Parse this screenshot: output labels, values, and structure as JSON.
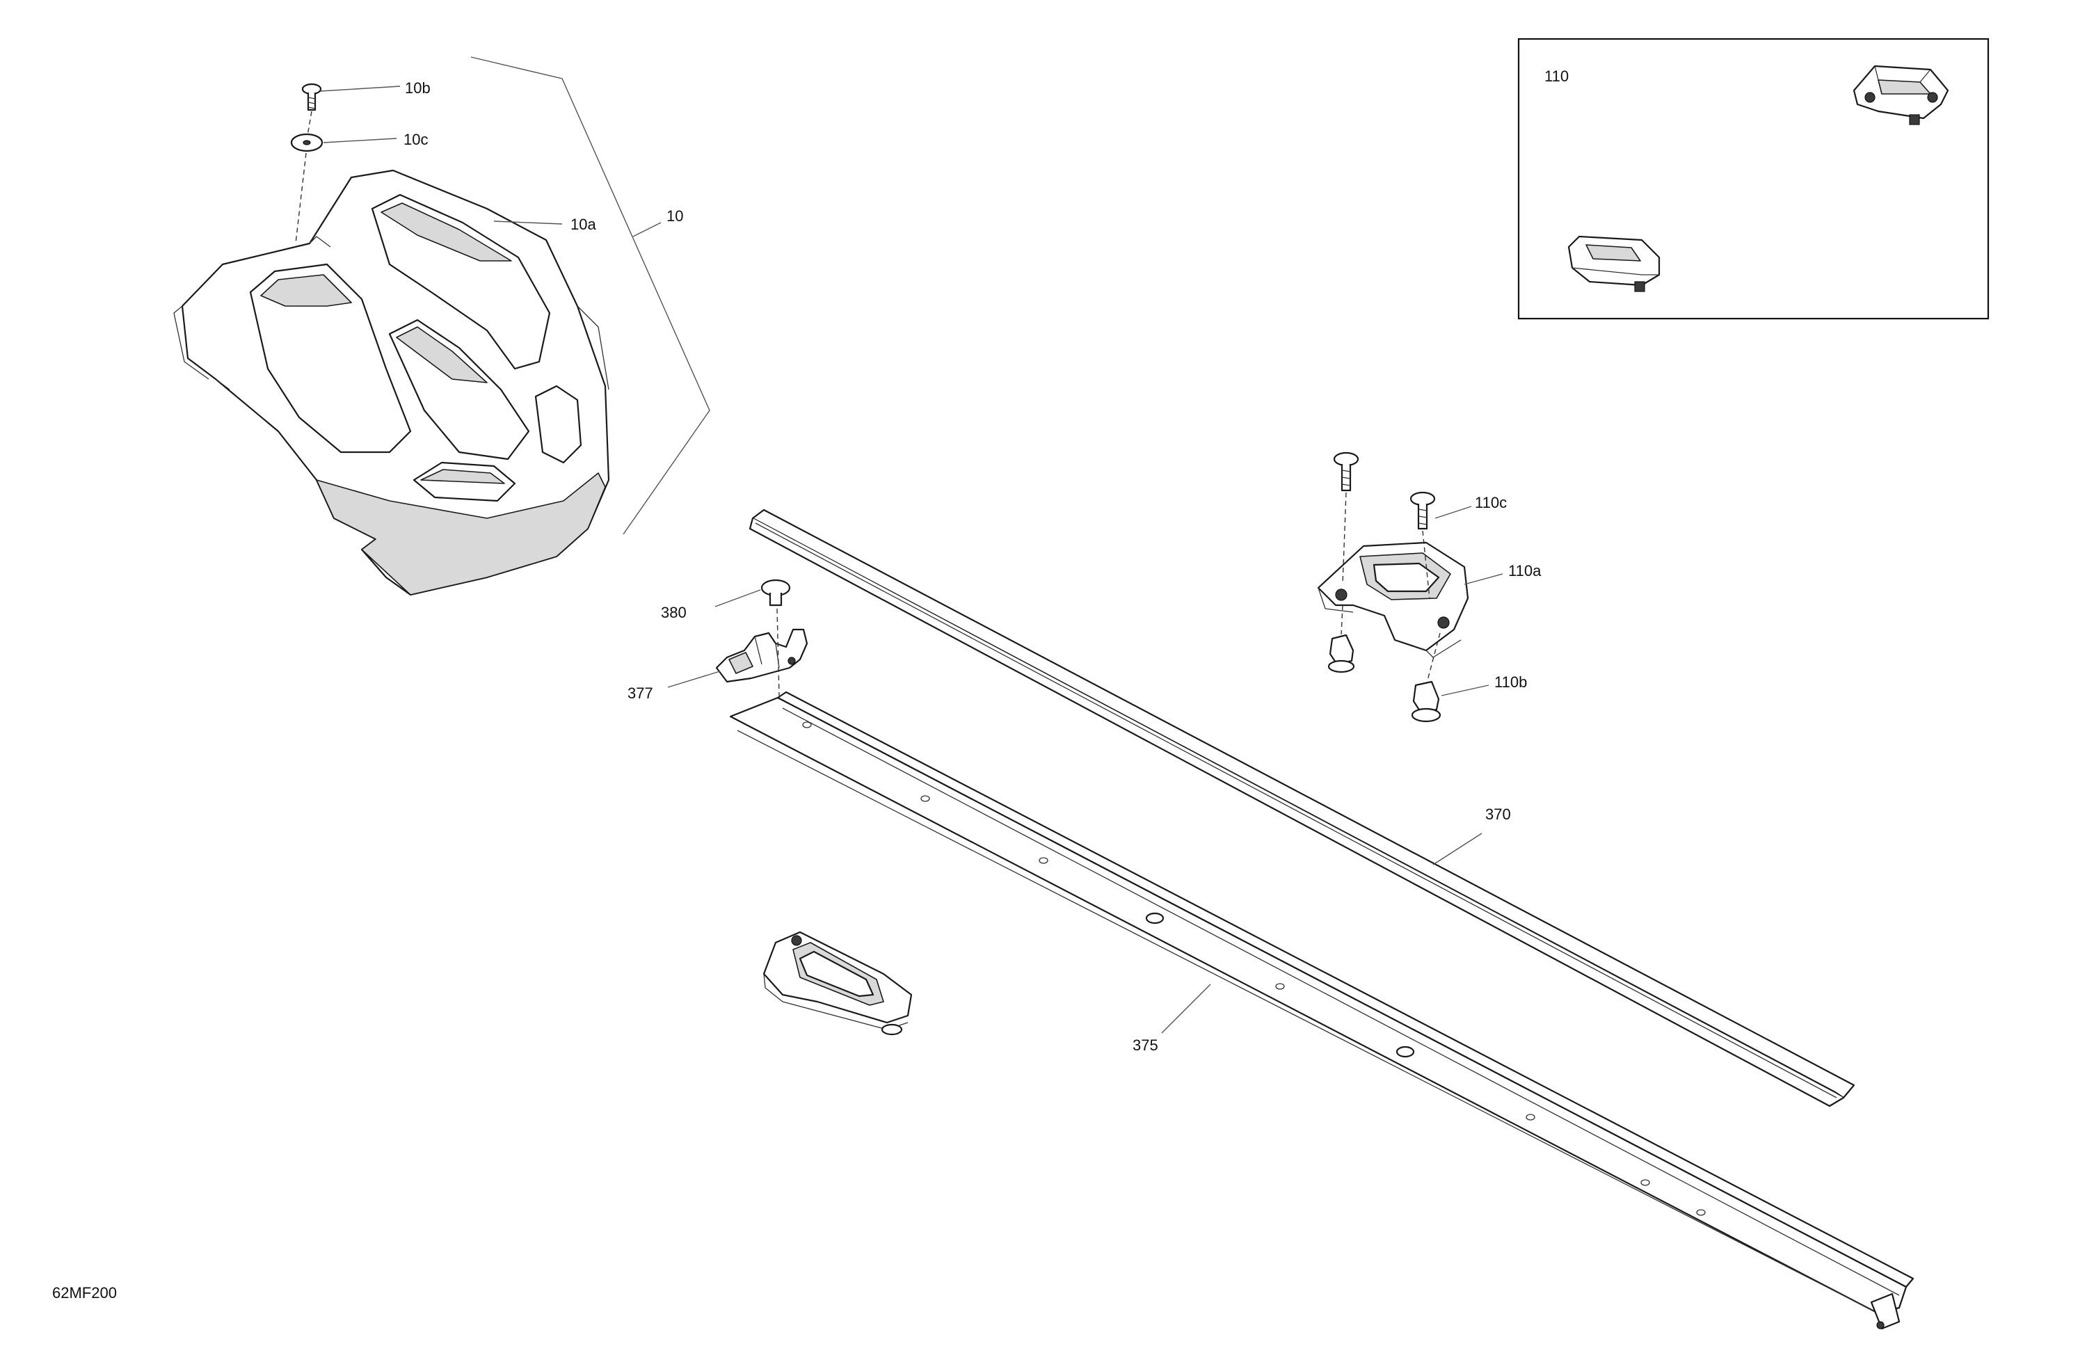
{
  "diagram_code": "62MF200",
  "callouts": {
    "c10": "10",
    "c10a": "10a",
    "c10b": "10b",
    "c10c": "10c",
    "c110": "110",
    "c110a": "110a",
    "c110b": "110b",
    "c110c": "110c",
    "c370": "370",
    "c375": "375",
    "c377": "377",
    "c380": "380"
  },
  "colors": {
    "ink": "#1a1a1a",
    "shade": "#d9d9d9",
    "background": "#ffffff"
  }
}
